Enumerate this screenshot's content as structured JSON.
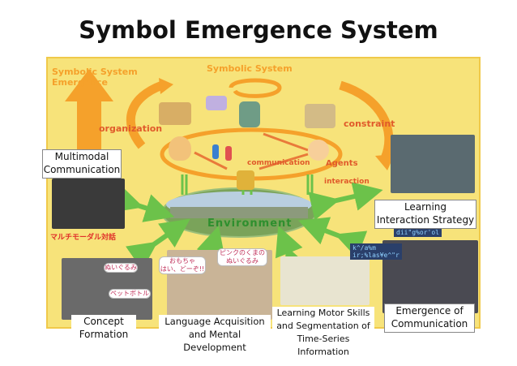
{
  "title": "Symbol Emergence System",
  "labels": {
    "symbolic_system_emergence": "Symbolic System\nEmergence",
    "symbolic_system": "Symbolic System",
    "organization": "organization",
    "constraint": "constraint",
    "communication": "communication",
    "agents": "Agents",
    "interaction": "interaction",
    "environment": "Environment",
    "multimodal_jp": "マルチモーダル対話",
    "interaction_strategy_jp": "dii\"g%or'ol",
    "emergence_jp": "k^/a%m\nir;%las¥e^\"r"
  },
  "boxes": {
    "multimodal": "Multimodal\nCommunication",
    "learning_interaction": "Learning\nInteraction Strategy",
    "concept": "Concept\nFormation",
    "language": "Language Acquisition\nand Mental Development",
    "motor": "Learning Motor Skills\nand Segmentation of\nTime-Series Information",
    "emergence": "Emergence of\nCommunication"
  },
  "bubbles": {
    "plush": "ぬいぐるみ",
    "bottle": "ペットボトル",
    "toy": "おもちゃ\nはい、どーぞ!!",
    "bear": "ピンクのくまの\nぬいぐるみ"
  },
  "colors": {
    "panel": "#f7e37a",
    "orange_arrow": "#f5a12b",
    "green_arrow": "#6cc24a",
    "label_red": "#e05a2a",
    "box_border": "#888888"
  }
}
